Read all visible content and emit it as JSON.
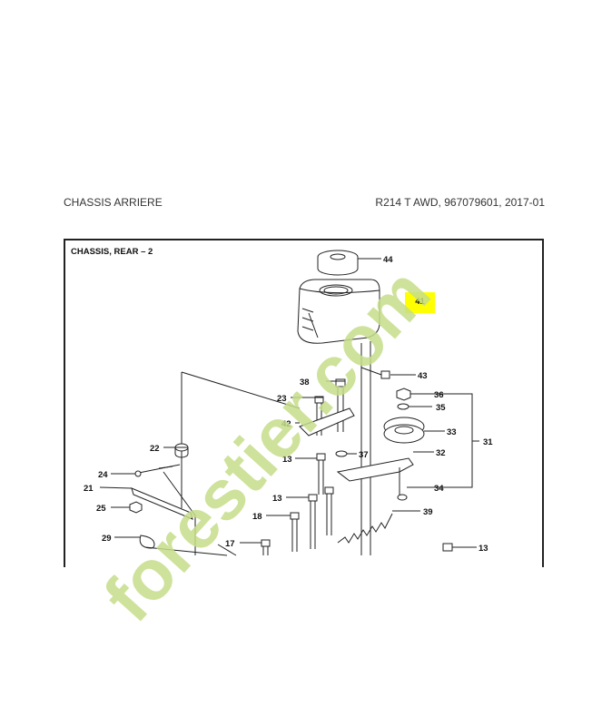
{
  "header": {
    "left": "CHASSIS ARRIERE",
    "right": "R214 T AWD, 967079601, 2017-01"
  },
  "diagram": {
    "title": "CHASSIS, REAR – 2",
    "highlight": "41",
    "callouts": [
      "44",
      "43",
      "38",
      "36",
      "23",
      "35",
      "42",
      "33",
      "31",
      "22",
      "37",
      "32",
      "13",
      "24",
      "21",
      "13",
      "34",
      "25",
      "18",
      "39",
      "29",
      "17",
      "13"
    ]
  },
  "watermark": {
    "text": "forestier.com",
    "color": "#c6dd8a"
  }
}
